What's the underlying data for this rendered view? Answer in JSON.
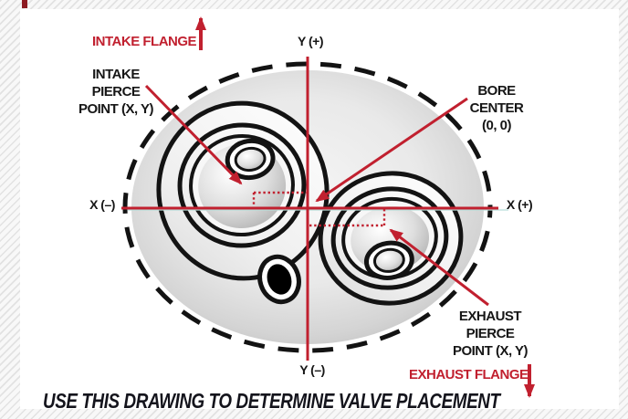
{
  "colors": {
    "accent_red": "#c1202f",
    "ink_black": "#161616",
    "axis_underlay_teal": "#b8ded9"
  },
  "flange": {
    "intake_label": "INTAKE FLANGE",
    "exhaust_label": "EXHAUST FLANGE"
  },
  "annotations": {
    "intake_pierce": {
      "line1": "INTAKE",
      "line2": "PIERCE",
      "line3": "POINT (X, Y)"
    },
    "bore_center": {
      "line1": "BORE",
      "line2": "CENTER",
      "line3": "(0, 0)"
    },
    "exhaust_pierce": {
      "line1": "EXHAUST",
      "line2": "PIERCE",
      "line3": "POINT (X, Y)"
    }
  },
  "axes": {
    "y_positive": "Y (+)",
    "y_negative": "Y (–)",
    "x_positive": "X (+)",
    "x_negative": "X (–)",
    "origin_value": "(0, 0)"
  },
  "caption": "USE THIS DRAWING TO DETERMINE VALVE PLACEMENT"
}
